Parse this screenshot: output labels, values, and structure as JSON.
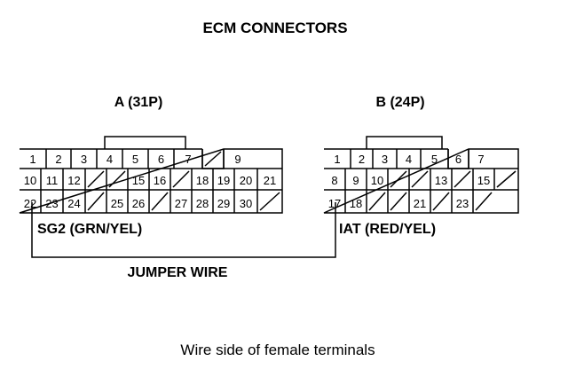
{
  "title": "ECM CONNECTORS",
  "connector_a": {
    "label": "A (31P)",
    "row1": [
      "1",
      "2",
      "3",
      "4",
      "5",
      "6",
      "7",
      "",
      "9"
    ],
    "row2": [
      "10",
      "11",
      "12",
      "",
      "",
      "15",
      "16",
      "",
      "18",
      "19",
      "20",
      "21"
    ],
    "row3": [
      "22",
      "23",
      "24",
      "",
      "25",
      "26",
      "",
      "27",
      "28",
      "29",
      "30",
      ""
    ],
    "wire_label": "SG2 (GRN/YEL)"
  },
  "connector_b": {
    "label": "B (24P)",
    "row1": [
      "1",
      "2",
      "3",
      "4",
      "5",
      "6",
      "7"
    ],
    "row2": [
      "8",
      "9",
      "10",
      "",
      "",
      "13",
      "",
      "15",
      ""
    ],
    "row3": [
      "17",
      "18",
      "",
      "",
      "21",
      "",
      "23",
      ""
    ],
    "wire_label": "IAT (RED/YEL)"
  },
  "jumper_label": "JUMPER WIRE",
  "caption": "Wire side of female terminals"
}
